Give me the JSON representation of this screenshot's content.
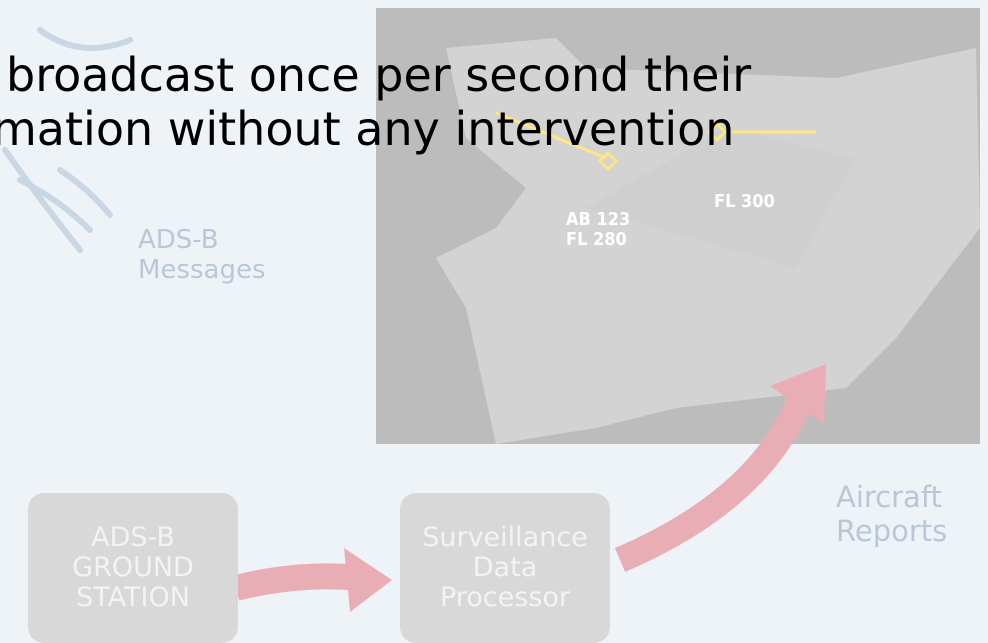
{
  "headline": {
    "line1": "broadcast once per second their",
    "line2": "mation without any intervention"
  },
  "diagram": {
    "messages_label": "ADS-B\nMessages",
    "reports_label": "Aircraft\nReports",
    "ground_station": "ADS-B\nGROUND\nSTATION",
    "data_processor": "Surveillance\nData\nProcessor",
    "flight_a": "AB 123\nFL 280",
    "flight_b": "FL 300"
  },
  "colors": {
    "background": "#eef3f8",
    "radar_screen": "#bcbcbc",
    "radar_region": "#d3d3d3",
    "track_line": "#ffe680",
    "arrow": "#e9aeb5",
    "box": "#d8d8d8"
  }
}
